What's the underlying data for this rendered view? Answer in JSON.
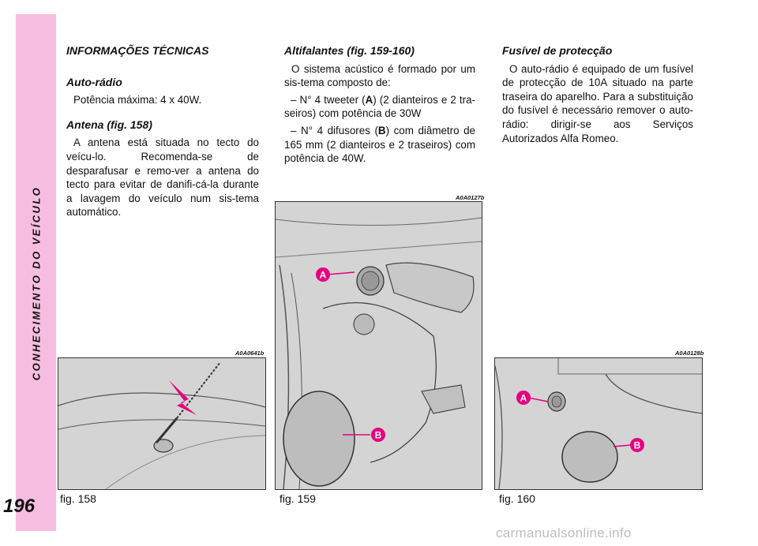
{
  "sidebar": {
    "section_title": "CONHECIMENTO DO VEÍCULO",
    "page_number": "196"
  },
  "col1": {
    "heading": "INFORMAÇÕES TÉCNICAS",
    "radio_title": "Auto-rádio",
    "radio_text": "Potência máxima: 4 x 40W.",
    "antenna_title": "Antena",
    "antenna_ref": "fig. 158",
    "antenna_text": "A antena está situada no tecto do veícu-lo. Recomenda-se de desparafusar e remo-ver a antena do tecto para evitar de danifi-cá-la durante a lavagem do veículo num sis-tema automático."
  },
  "col2": {
    "speakers_title": "Altifalantes",
    "speakers_ref": "fig. 159-160",
    "speakers_text": "O sistema acústico é formado por um sis-tema composto de:",
    "tweeter_pre": "– N° 4 tweeter (",
    "tweeter_letter": "A",
    "tweeter_post": ") (2 dianteiros e 2 tra-seiros) com potência de 30W",
    "diffuser_pre": "– N° 4 difusores (",
    "diffuser_letter": "B",
    "diffuser_post": ") com diâmetro de 165 mm (2 dianteiros e 2 traseiros) com potência de 40W."
  },
  "col3": {
    "fuse_title": "Fusível de protecção",
    "fuse_text": "O auto-rádio é equipado de um fusível de protecção de 10A situado na parte traseira do aparelho. Para a substituição do fusível é necessário remover o auto-rádio: dirigir-se aos Serviços Autorizados Alfa Romeo."
  },
  "figures": {
    "fig158": {
      "code": "A0A0641b",
      "caption": "fig. 158"
    },
    "fig159": {
      "code": "A0A0127b",
      "caption": "fig. 159",
      "label_a": "A",
      "label_b": "B"
    },
    "fig160": {
      "code": "A0A0128b",
      "caption": "fig. 160",
      "label_a": "A",
      "label_b": "B"
    }
  },
  "footer": {
    "watermark": "carmanualsonline.info"
  },
  "colors": {
    "sidebar": "#f7bde0",
    "callout": "#e6007e",
    "figure_bg": "#d4d4d4"
  }
}
